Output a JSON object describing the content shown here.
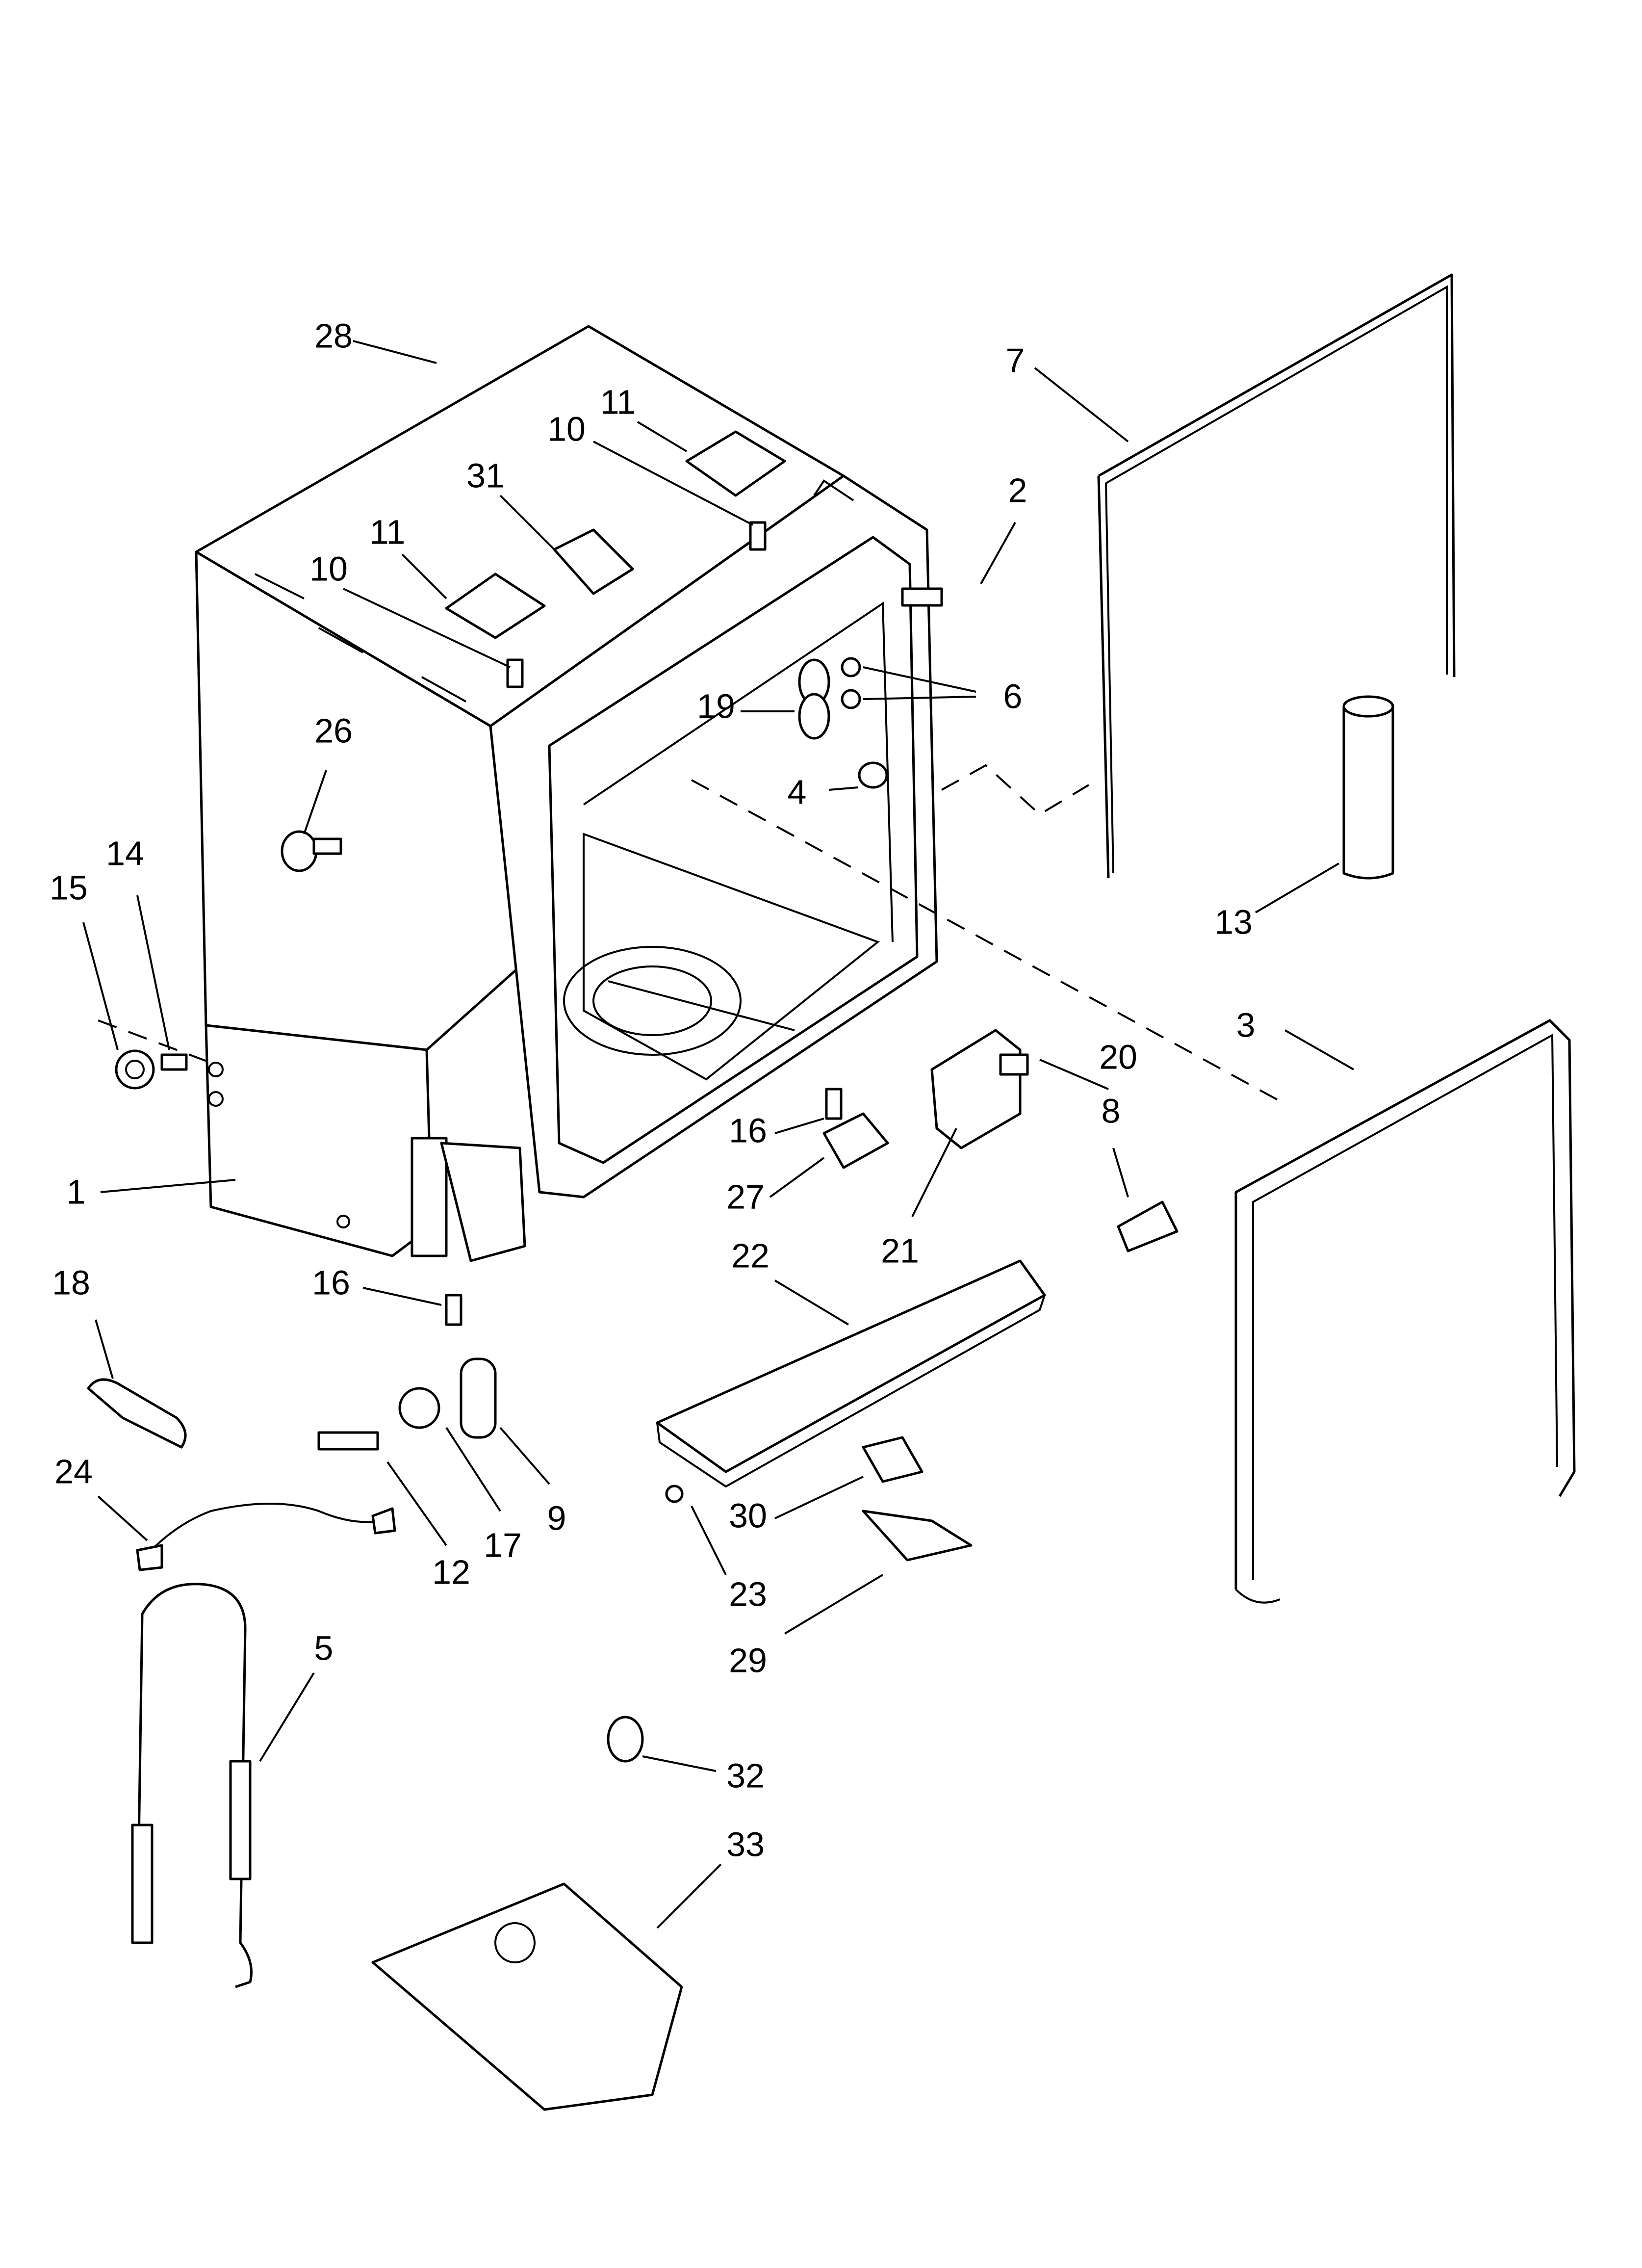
{
  "callouts": [
    {
      "id": "c28",
      "text": "28"
    },
    {
      "id": "c11a",
      "text": "11"
    },
    {
      "id": "c10a",
      "text": "10"
    },
    {
      "id": "c31",
      "text": "31"
    },
    {
      "id": "c11b",
      "text": "11"
    },
    {
      "id": "c10b",
      "text": "10"
    },
    {
      "id": "c26",
      "text": "26"
    },
    {
      "id": "c14",
      "text": "14"
    },
    {
      "id": "c15",
      "text": "15"
    },
    {
      "id": "c1",
      "text": "1"
    },
    {
      "id": "c2",
      "text": "2"
    },
    {
      "id": "c19",
      "text": "19"
    },
    {
      "id": "c6",
      "text": "6"
    },
    {
      "id": "c4",
      "text": "4"
    },
    {
      "id": "c7",
      "text": "7"
    },
    {
      "id": "c13",
      "text": "13"
    },
    {
      "id": "c3",
      "text": "3"
    },
    {
      "id": "c20",
      "text": "20"
    },
    {
      "id": "c8",
      "text": "8"
    },
    {
      "id": "c16a",
      "text": "16"
    },
    {
      "id": "c27",
      "text": "27"
    },
    {
      "id": "c21",
      "text": "21"
    },
    {
      "id": "c22",
      "text": "22"
    },
    {
      "id": "c16b",
      "text": "16"
    },
    {
      "id": "c18",
      "text": "18"
    },
    {
      "id": "c9",
      "text": "9"
    },
    {
      "id": "c17",
      "text": "17"
    },
    {
      "id": "c12",
      "text": "12"
    },
    {
      "id": "c24",
      "text": "24"
    },
    {
      "id": "c30",
      "text": "30"
    },
    {
      "id": "c23",
      "text": "23"
    },
    {
      "id": "c29",
      "text": "29"
    },
    {
      "id": "c5",
      "text": "5"
    },
    {
      "id": "c32",
      "text": "32"
    },
    {
      "id": "c33",
      "text": "33"
    }
  ]
}
